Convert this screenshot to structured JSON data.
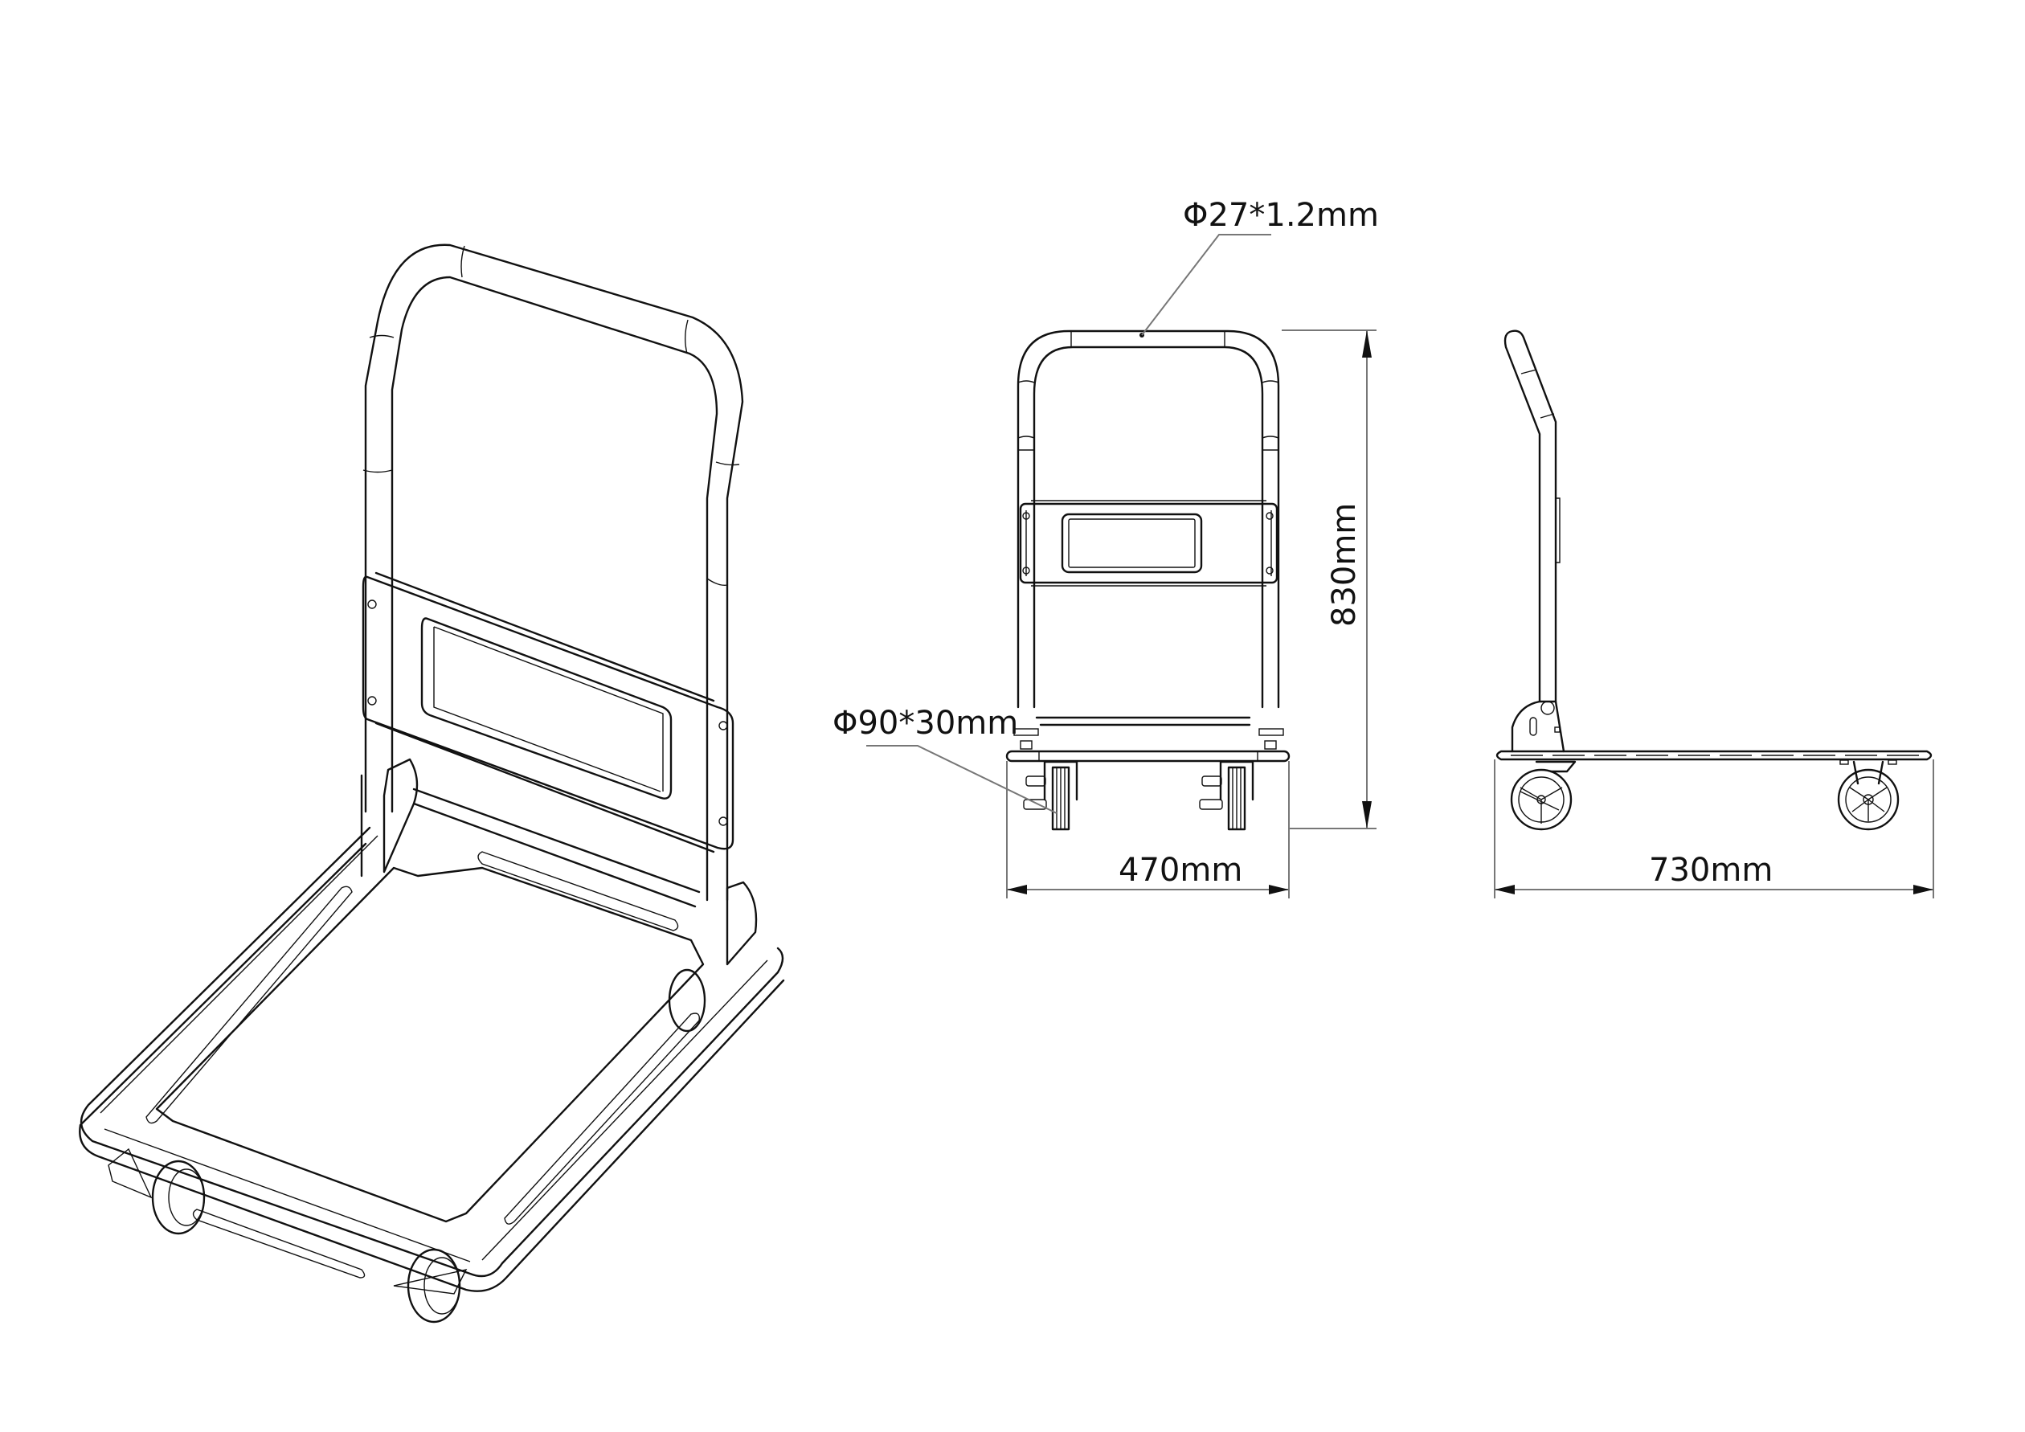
{
  "drawing": {
    "title": "Folding platform hand truck — technical drawing",
    "views": [
      "isometric",
      "front",
      "side"
    ]
  },
  "annotations": {
    "tube_spec": "Φ27*1.2mm",
    "wheel_spec": "Φ90*30mm",
    "height": "830mm",
    "width": "470mm",
    "length": "730mm"
  },
  "colors": {
    "line": "#111111",
    "dimension_line": "#777777",
    "background": "#ffffff"
  }
}
